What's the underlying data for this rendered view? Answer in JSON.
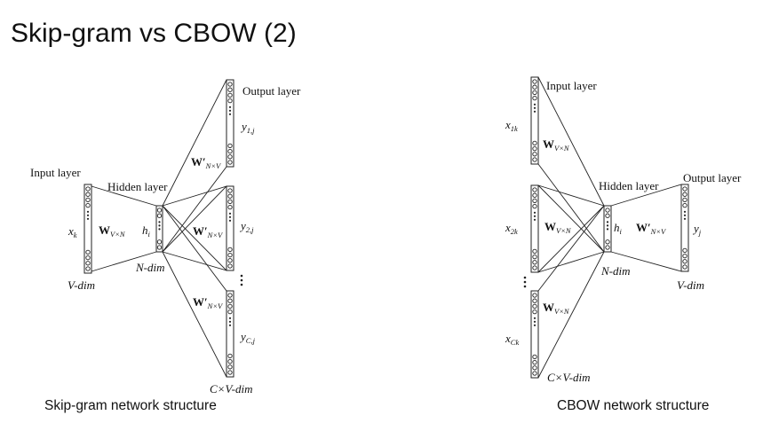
{
  "slide": {
    "title": "Skip-gram vs CBOW (2)"
  },
  "skipgram": {
    "caption": "Skip-gram network structure",
    "input_layer": "Input layer",
    "hidden_layer": "Hidden layer",
    "output_layer": "Output layer",
    "x_main": "x",
    "x_sub": "k",
    "W_main": "W",
    "W_sub": "V×N",
    "h_main": "h",
    "h_sub": "i",
    "n_dim": "N-dim",
    "v_dim": "V-dim",
    "cv_dim": "C×V-dim",
    "Wp_main": "W′",
    "Wp_sub": "N×V",
    "y1_main": "y",
    "y1_sub": "1,j",
    "y2_main": "y",
    "y2_sub": "2,j",
    "yc_main": "y",
    "yc_sub": "C,j"
  },
  "cbow": {
    "caption": "CBOW network structure",
    "input_layer": "Input layer",
    "hidden_layer": "Hidden layer",
    "output_layer": "Output layer",
    "x1_main": "x",
    "x1_sub": "1k",
    "x2_main": "x",
    "x2_sub": "2k",
    "xc_main": "x",
    "xc_sub": "Ck",
    "W_main": "W",
    "W_sub": "V×N",
    "h_main": "h",
    "h_sub": "i",
    "n_dim": "N-dim",
    "v_dim": "V-dim",
    "cv_dim": "C×V-dim",
    "Wp_main": "W′",
    "Wp_sub": "N×V",
    "y_main": "y",
    "y_sub": "j"
  }
}
